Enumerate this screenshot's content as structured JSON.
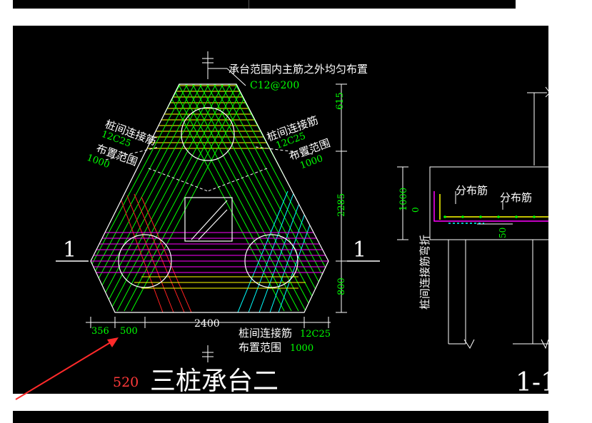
{
  "drawing": {
    "title": "三桩承台二",
    "page_number": "520",
    "section_mark_left": "1",
    "section_mark_right": "1",
    "section_title_partial": "1-1",
    "top_note": "承台范围内主筋之外均匀布置",
    "top_rebar": "C12@200",
    "left_tie_label": "桩间连接筋",
    "left_tie_rebar": "12C25",
    "left_range_label": "布置范围",
    "left_range_value": "1000",
    "right_tie_label": "桩间连接筋",
    "right_tie_rebar": "12C25",
    "right_range_label": "布置范围",
    "right_range_value": "1000",
    "bottom_tie_label": "桩间连接筋",
    "bottom_tie_rebar": "12C25",
    "bottom_range_label": "布置范围",
    "bottom_range_value": "1000",
    "dims": {
      "bottom_total": "2400",
      "bottom_a": "356",
      "bottom_b": "500",
      "right_top": "615",
      "right_mid": "2285",
      "right_bot": "800"
    },
    "section": {
      "dist_label_1": "分布筋",
      "dist_label_2": "分布筋",
      "dim_1000": "1000",
      "dim_0": "0",
      "dim_50": "50",
      "vertical_note": "桩间连接筋弯折"
    }
  },
  "colors": {
    "background": "#000000",
    "white": "#ffffff",
    "green": "#00ff00",
    "yellow": "#ffff00",
    "magenta": "#ff00ff",
    "cyan": "#00ffff",
    "red": "#ff2020",
    "annotation_red": "#ff3a3a"
  }
}
